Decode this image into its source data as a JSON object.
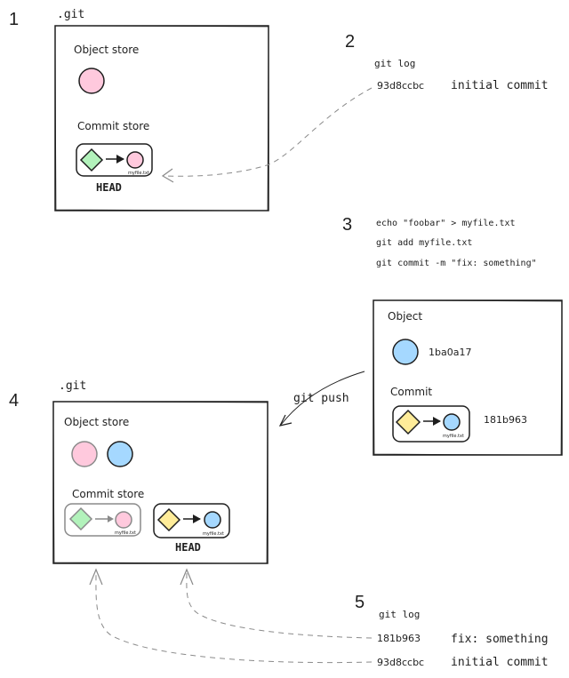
{
  "step_numbers": [
    "1",
    "2",
    "3",
    "4",
    "5"
  ],
  "colors": {
    "pink_fill": "#ffc9dd",
    "blue_fill": "#a5d8ff",
    "green_fill": "#b2f2bb",
    "yellow_fill": "#ffec99",
    "stroke": "#1e1e1e",
    "faded_stroke": "#8a8a8a"
  },
  "step1": {
    "dir_label": ".git",
    "object_store_label": "Object store",
    "commit_store_label": "Commit store",
    "file_label": "myfile.txt",
    "head_label": "HEAD"
  },
  "step2": {
    "command": "git log",
    "hash": "93d8ccbc",
    "message": "initial commit"
  },
  "step3": {
    "commands": [
      "echo \"foobar\" > myfile.txt",
      "git add myfile.txt",
      "git commit -m \"fix: something\""
    ]
  },
  "new_objects": {
    "object_label": "Object",
    "object_hash": "1ba0a17",
    "commit_label": "Commit",
    "commit_hash": "181b963",
    "file_label": "myfile.txt"
  },
  "push_label": "git push",
  "step4": {
    "dir_label": ".git",
    "object_store_label": "Object store",
    "commit_store_label": "Commit store",
    "old_file_label": "myfile.txt",
    "new_file_label": "myfile.txt",
    "head_label": "HEAD"
  },
  "step5": {
    "command": "git log",
    "entries": [
      {
        "hash": "181b963",
        "message": "fix: something"
      },
      {
        "hash": "93d8ccbc",
        "message": "initial commit"
      }
    ]
  }
}
